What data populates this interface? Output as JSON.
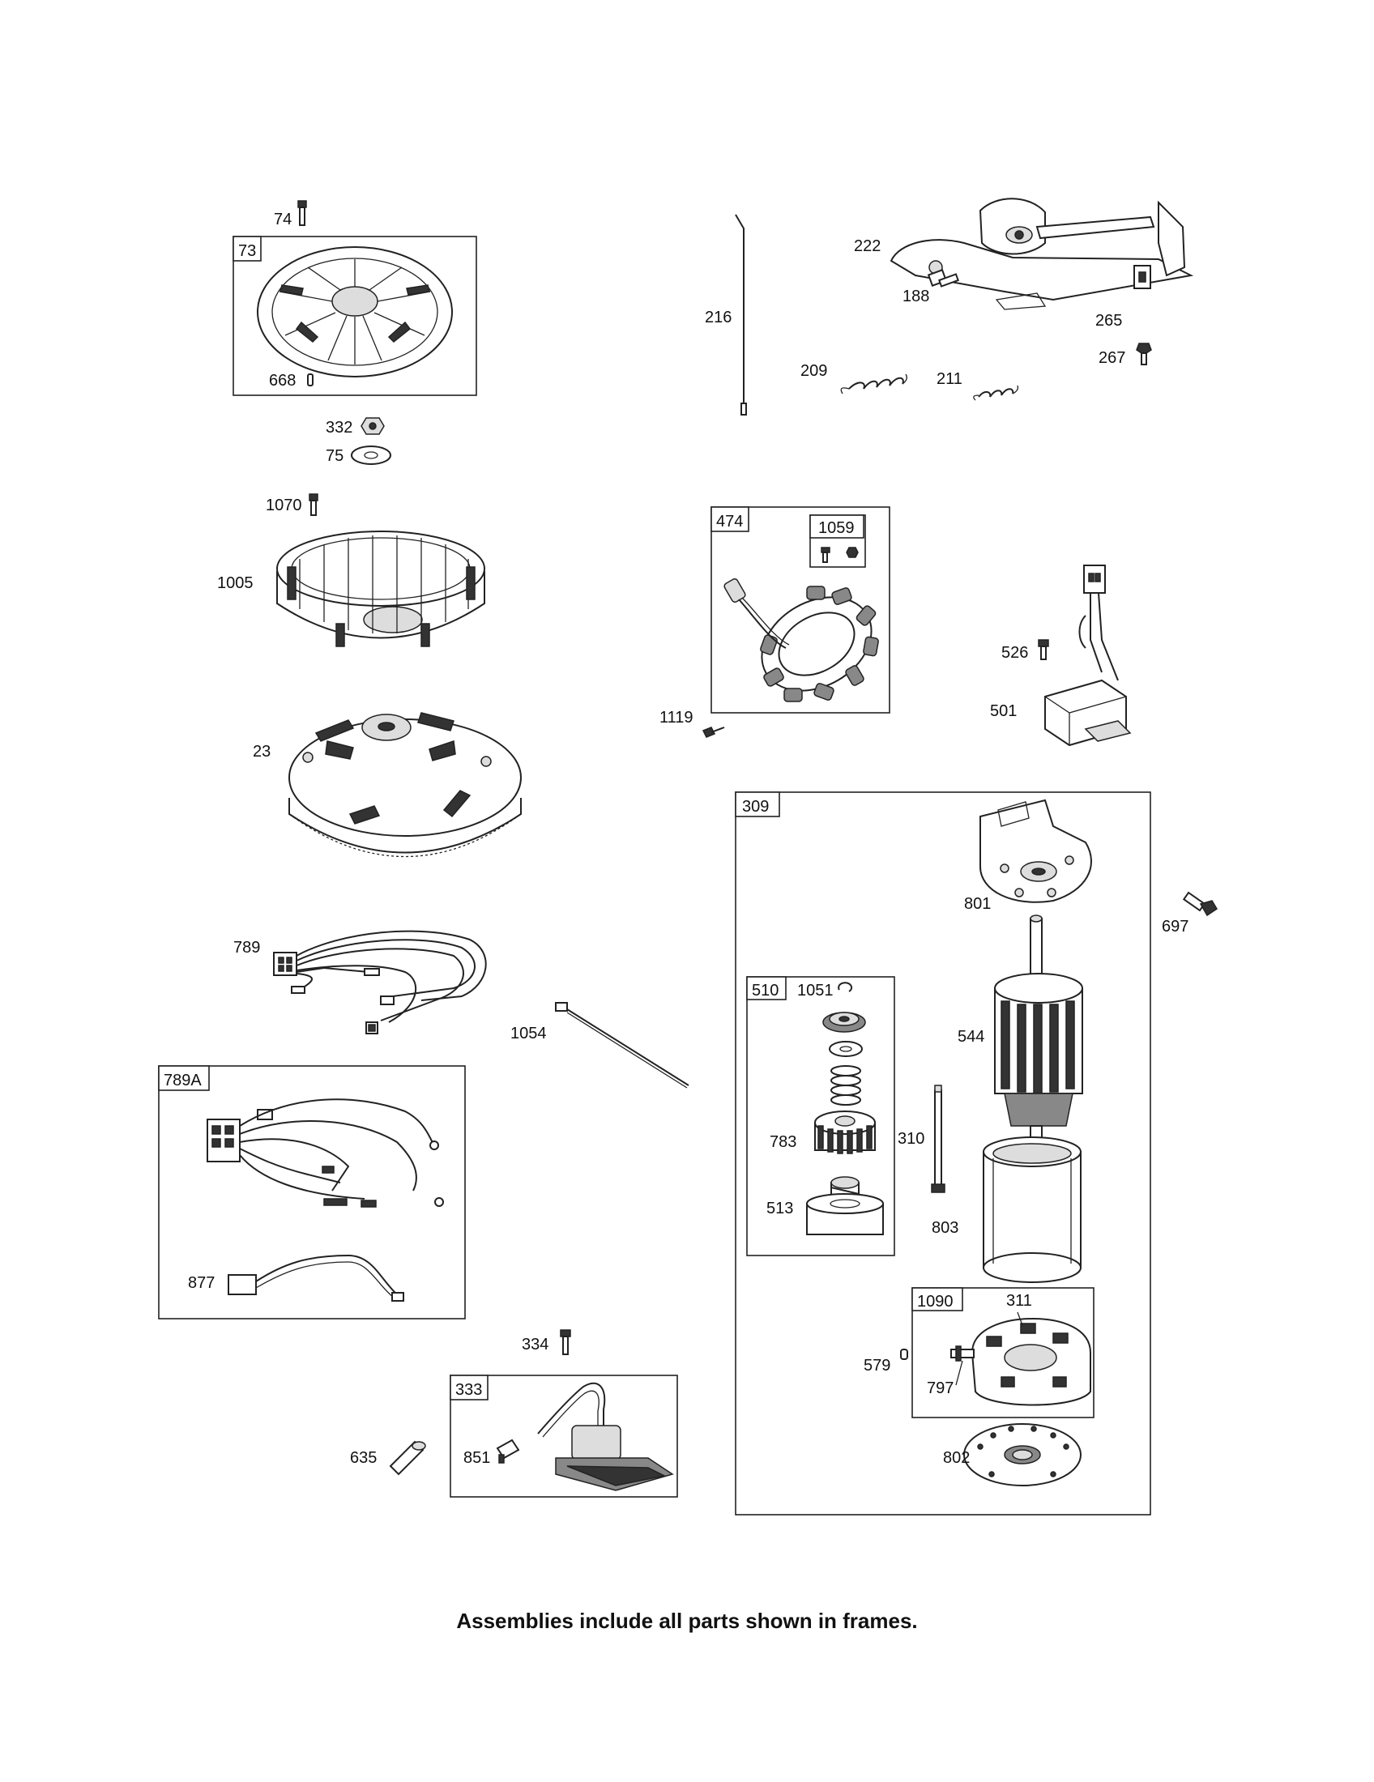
{
  "labels": {
    "p74": "74",
    "p73": "73",
    "p668": "668",
    "p332": "332",
    "p75": "75",
    "p1070": "1070",
    "p1005": "1005",
    "p23": "23",
    "p789": "789",
    "p1054": "1054",
    "p789A": "789A",
    "p877": "877",
    "p334": "334",
    "p333": "333",
    "p635": "635",
    "p851": "851",
    "p216": "216",
    "p222": "222",
    "p188": "188",
    "p265": "265",
    "p267": "267",
    "p209": "209",
    "p211": "211",
    "p474": "474",
    "p1059": "1059",
    "p1119": "1119",
    "p526": "526",
    "p501": "501",
    "p309": "309",
    "p801": "801",
    "p697": "697",
    "p510": "510",
    "p1051": "1051",
    "p544": "544",
    "p783": "783",
    "p310": "310",
    "p513": "513",
    "p803": "803",
    "p1090": "1090",
    "p311": "311",
    "p579": "579",
    "p797": "797",
    "p802": "802"
  },
  "footer": {
    "note": "Assemblies include all parts shown in frames."
  }
}
